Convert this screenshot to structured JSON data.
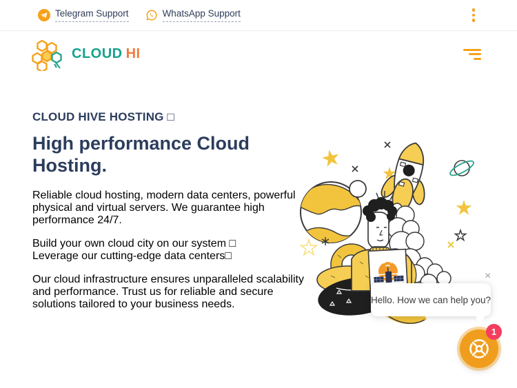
{
  "topbar": {
    "telegram_label": "Telegram Support",
    "whatsapp_label": "WhatsApp Support"
  },
  "brand": {
    "name_part1": "CLOUD",
    "name_part2": "HI"
  },
  "hero": {
    "eyebrow": "CLOUD HIVE HOSTING □",
    "title_lines": [
      "High performance Cloud",
      "Hosting."
    ],
    "paragraph1_lines": [
      "Reliable cloud hosting, modern data centers, powerful",
      "physical and virtual servers. We guarantee high",
      "performance 24/7."
    ],
    "paragraph2_lines": [
      "Build your own cloud city on our system □",
      "Leverage our cutting-edge data centers□"
    ],
    "paragraph3_lines": [
      "Our cloud infrastructure ensures unparalleled scalability",
      "and performance. Trust us for reliable and secure",
      "solutions tailored to your business needs."
    ]
  },
  "chat": {
    "message": "Hello. How we can help you?",
    "close_glyph": "×",
    "badge_count": "1"
  },
  "icons": {
    "telegram": "paper-plane-in-circle",
    "whatsapp": "phone-in-speech-bubble",
    "kebab_menu": "three-vertical-dots",
    "hamburger_menu": "three-bars",
    "chat_launcher": "wheel-logo",
    "close": "x-mark"
  },
  "colors": {
    "accent_orange": "#F5A21B",
    "brand_teal": "#15A38C",
    "brand_orange": "#EF7B3C",
    "heading_navy": "#2C3D5D",
    "body_text": "#3E4C66",
    "chat_button_orange": "#F09D1E",
    "badge_red": "#F43D5F",
    "illustration_yellow": "#F2C43D"
  }
}
